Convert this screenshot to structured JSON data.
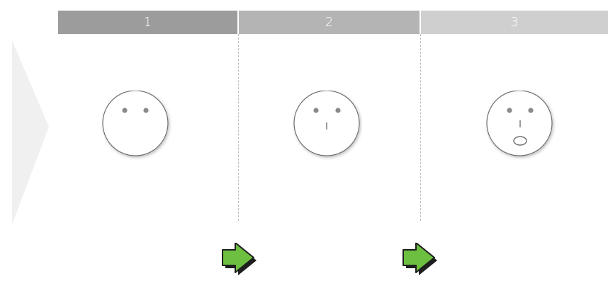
{
  "stages": [
    {
      "number": "1",
      "face": "neutral-no-mouth"
    },
    {
      "number": "2",
      "face": "neutral-with-nose"
    },
    {
      "number": "3",
      "face": "surprised-open-mouth"
    }
  ],
  "colors": {
    "stage1_bar": "#9c9c9c",
    "stage2_bar": "#b4b4b4",
    "stage3_bar": "#cfcfcf",
    "side_arrow": "#f0f0f0",
    "transition_arrow": "#6cbf3f",
    "transition_arrow_shadow": "#1e1e1e",
    "face_eyes": "#8a8a8a"
  },
  "icons": {
    "side": "chevron-right-icon",
    "transition": "green-right-arrow-icon"
  }
}
